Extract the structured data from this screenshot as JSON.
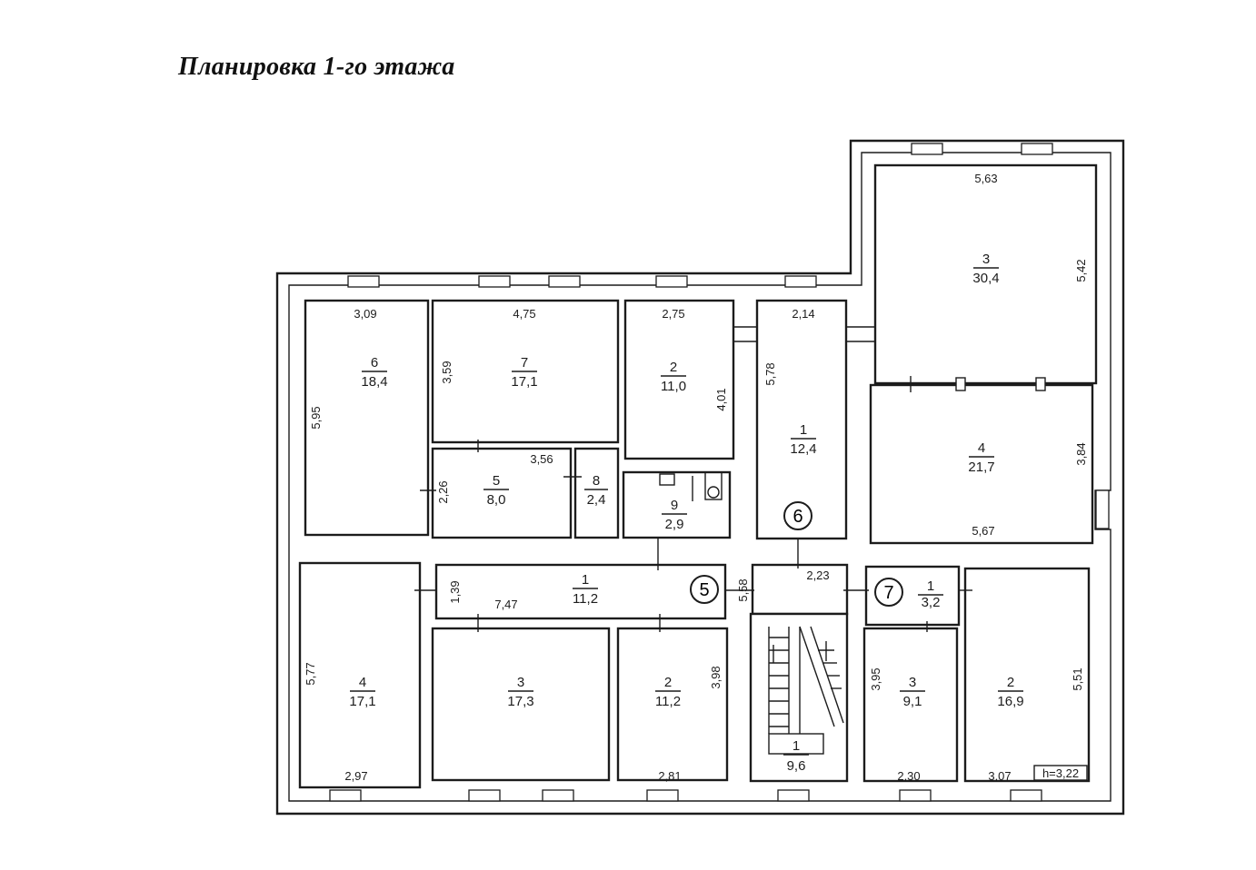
{
  "title": "Планировка 1-го этажа",
  "rooms": {
    "r6": {
      "num": "6",
      "area": "18,4"
    },
    "r7": {
      "num": "7",
      "area": "17,1"
    },
    "r2a": {
      "num": "2",
      "area": "11,0"
    },
    "r1a": {
      "num": "1",
      "area": "12,4"
    },
    "r3a": {
      "num": "3",
      "area": "30,4"
    },
    "r4a": {
      "num": "4",
      "area": "21,7"
    },
    "r5": {
      "num": "5",
      "area": "8,0"
    },
    "r8": {
      "num": "8",
      "area": "2,4"
    },
    "r9": {
      "num": "9",
      "area": "2,9"
    },
    "r1b": {
      "num": "1",
      "area": "11,2"
    },
    "r4b": {
      "num": "4",
      "area": "17,1"
    },
    "r3b": {
      "num": "3",
      "area": "17,3"
    },
    "r2b": {
      "num": "2",
      "area": "11,2"
    },
    "r1c": {
      "num": "1",
      "area": "9,6"
    },
    "r1d": {
      "num": "1",
      "area": "3,2"
    },
    "r3c": {
      "num": "3",
      "area": "9,1"
    },
    "r2c": {
      "num": "2",
      "area": "16,9"
    }
  },
  "dimensions": {
    "d309": "3,09",
    "d475": "4,75",
    "d275": "2,75",
    "d214": "2,14",
    "d563": "5,63",
    "d542": "5,42",
    "d595": "5,95",
    "d359": "3,59",
    "d401": "4,01",
    "d578": "5,78",
    "d384": "3,84",
    "d567": "5,67",
    "d356": "3,56",
    "d226": "2,26",
    "d139": "1,39",
    "d747": "7,47",
    "d558": "5,58",
    "d223": "2,23",
    "d577": "5,77",
    "d398": "3,98",
    "d395": "3,95",
    "d551": "5,51",
    "d297": "2,97",
    "d281": "2,81",
    "d230": "2,30",
    "d307": "3,07"
  },
  "height_label": "h=3,22",
  "markers": {
    "m5": "5",
    "m6": "6",
    "m7": "7"
  }
}
